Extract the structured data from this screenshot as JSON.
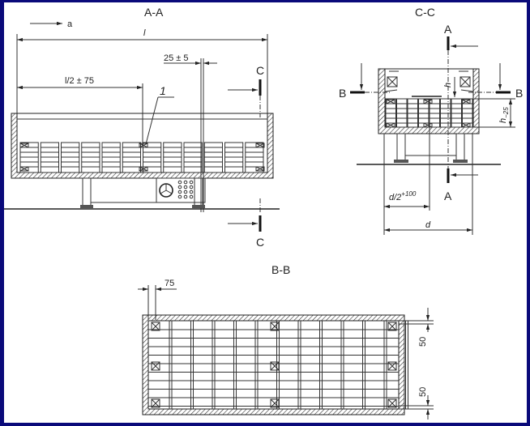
{
  "views": {
    "aa": {
      "title": "A-A",
      "direction_label": "a",
      "length_label": "l",
      "offset_label": "25 ± 5",
      "half_length_label": "l/2 ± 75",
      "callout": "1",
      "section_label": "C"
    },
    "cc": {
      "title": "C-C",
      "section_a": "A",
      "section_b": "B",
      "height_label": "h",
      "height_tol_label": "h",
      "height_tol_sub": "−25",
      "half_depth_label": "d/2",
      "half_depth_sup": "+100",
      "depth_label": "d"
    },
    "bb": {
      "title": "B-B",
      "spacing_label": "75",
      "edge_top_label": "50",
      "edge_bottom_label": "50"
    }
  },
  "colors": {
    "frame": "#0a0a7a",
    "line": "#333333"
  }
}
